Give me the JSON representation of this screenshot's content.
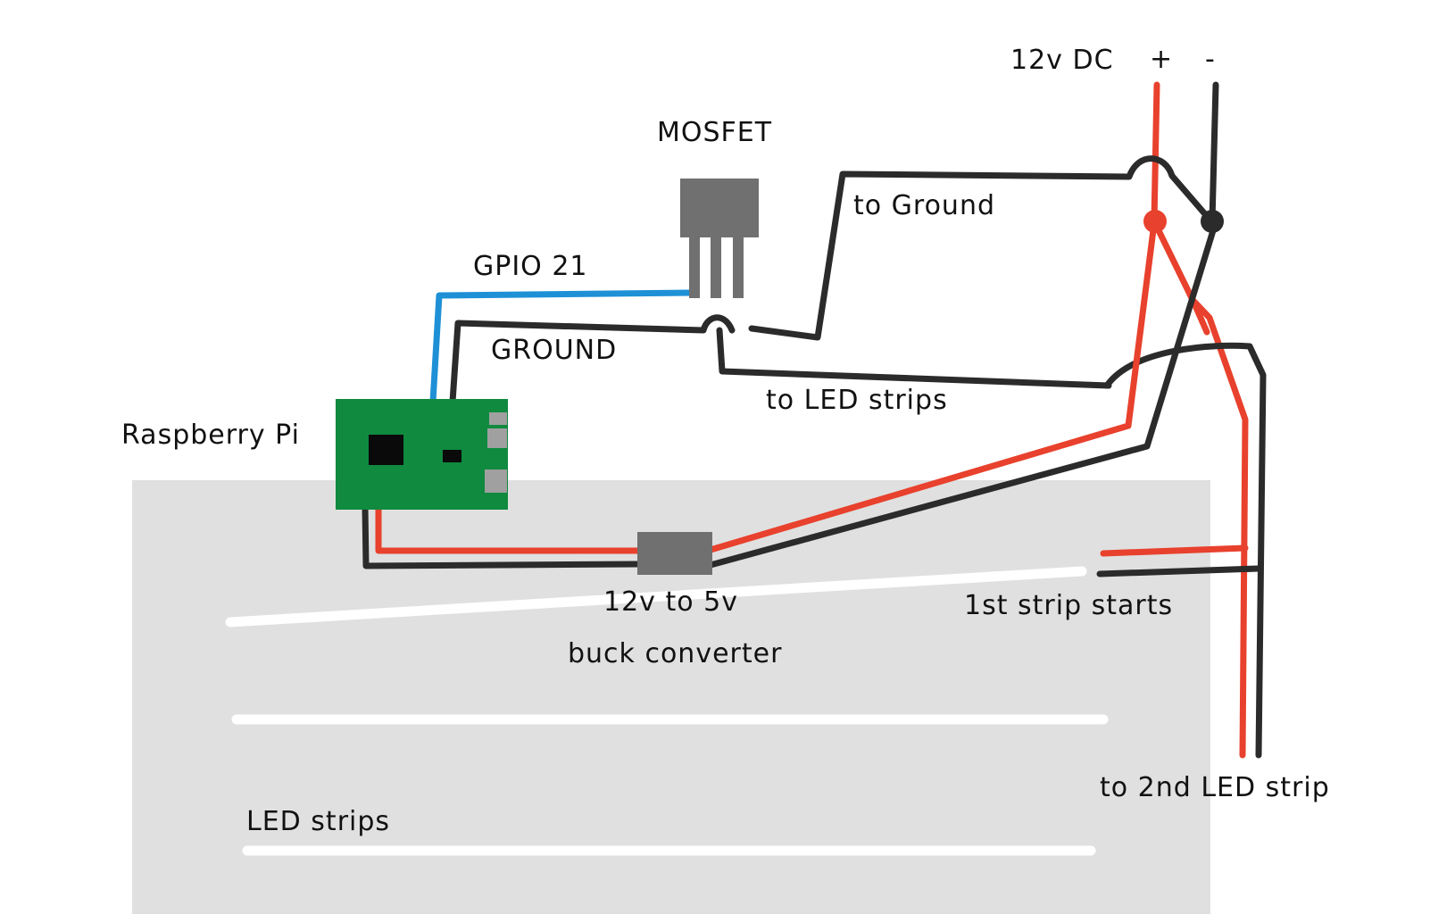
{
  "labels": {
    "power_source": "12v DC",
    "plus": "+",
    "minus": "-",
    "mosfet": "MOSFET",
    "to_ground": "to Ground",
    "gpio": "GPIO 21",
    "ground": "GROUND",
    "to_led_strips": "to LED strips",
    "raspberry_pi": "Raspberry Pi",
    "buck_line1": "12v to 5v",
    "buck_line2": "buck converter",
    "first_strip": "1st strip starts",
    "second_strip": "to 2nd LED strip",
    "led_strips": "LED strips"
  },
  "colors": {
    "positive_wire": "#e8412d",
    "negative_wire": "#2b2b2b",
    "signal_wire": "#1e90d6",
    "pi_board": "#0f8a3f",
    "component": "#707070",
    "panel": "#e0e0e0"
  }
}
